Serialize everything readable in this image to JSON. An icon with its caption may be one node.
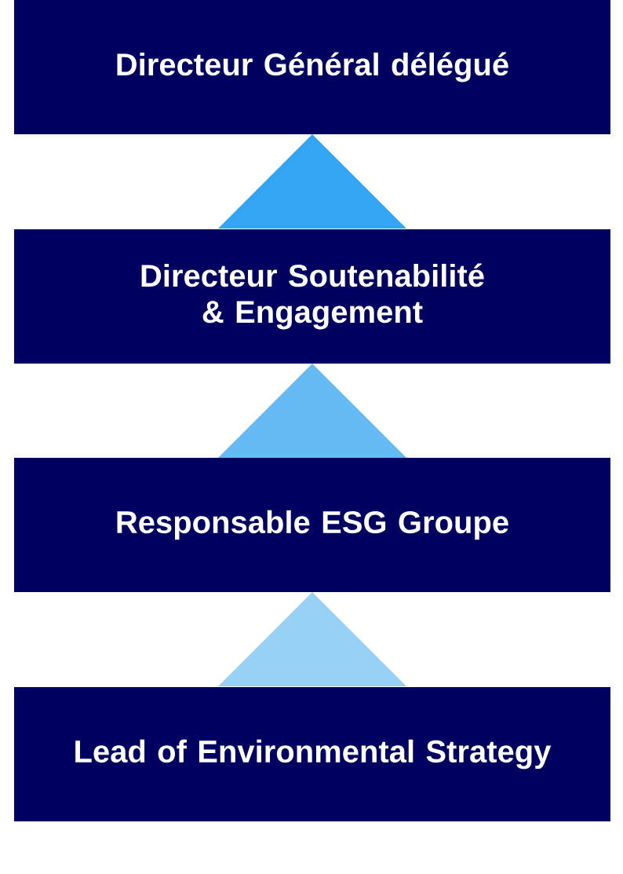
{
  "diagram": {
    "nodes": [
      {
        "text": [
          "Directeur Général délégué"
        ]
      },
      {
        "text": [
          "Directeur Soutenabilité & Engagement"
        ]
      },
      {
        "text": [
          "Responsable ESG Groupe"
        ]
      },
      {
        "text": [
          "Lead of Environmental Strategy"
        ]
      }
    ],
    "edges": [
      {
        "from": 1,
        "to": 0,
        "arrow": "to",
        "color": "#33a5f2"
      },
      {
        "from": 2,
        "to": 1,
        "arrow": "to",
        "color": "#66baf3"
      },
      {
        "from": 3,
        "to": 2,
        "arrow": "to",
        "color": "#99d1f6"
      }
    ]
  }
}
